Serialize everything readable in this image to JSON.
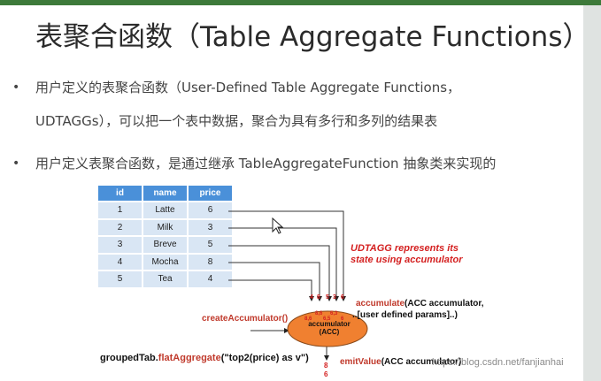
{
  "slide": {
    "title": "表聚合函数（Table Aggregate Functions）",
    "bullets": [
      "用户定义的表聚合函数（User-Defined Table Aggregate Functions，",
      "UDTAGGs），可以把一个表中数据，聚合为具有多行和多列的结果表",
      "用户定义表聚合函数，是通过继承 TableAggregateFunction 抽象类来实现的"
    ],
    "bullet_symbol": "•"
  },
  "table": {
    "headers": [
      "id",
      "name",
      "price"
    ],
    "rows": [
      [
        "1",
        "Latte",
        "6"
      ],
      [
        "2",
        "Milk",
        "3"
      ],
      [
        "3",
        "Breve",
        "5"
      ],
      [
        "4",
        "Mocha",
        "8"
      ],
      [
        "5",
        "Tea",
        "4"
      ]
    ]
  },
  "diagram": {
    "note_line1": "UDTAGG represents its",
    "note_line2": "state using accumulator",
    "arrow_values": [
      "4",
      "8",
      "5",
      "3",
      "6"
    ],
    "acc_values": [
      "8,6",
      "8,6",
      "6,5",
      "6,3",
      "6"
    ],
    "accumulate_label": "accumulate",
    "accumulate_args": "(ACC accumulator,",
    "accumulate_args2": "..[user defined params]..)",
    "create_accumulator": "createAccumulator()",
    "accumulator_line1": "accumulator",
    "accumulator_line2": "(ACC)",
    "grouped_prefix": "groupedTab.",
    "grouped_method": "flatAggregate",
    "grouped_suffix": "(\"top2(price) as v\")",
    "emit_label": "emitValue",
    "emit_args": "(ACC accumulator)",
    "output_values": [
      "8",
      "6"
    ]
  },
  "watermark": "https://blog.csdn.net/fanjianhai",
  "colors": {
    "accent": "#3d7a3a",
    "table_header": "#4a90d9",
    "table_cell": "#d9e6f4",
    "ellipse": "#f08030",
    "red": "#d42020"
  }
}
